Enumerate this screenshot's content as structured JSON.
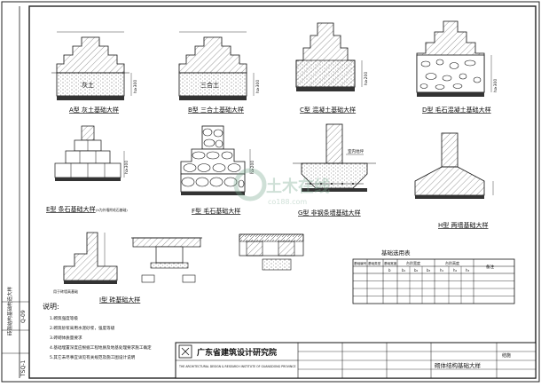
{
  "drawing": {
    "details": [
      {
        "key": "A",
        "label": "A型 灰土基础大样",
        "fill_label": "灰土",
        "dim": "h≥300"
      },
      {
        "key": "B",
        "label": "B型 三合土基础大样",
        "fill_label": "三合土",
        "dim": "h≥300"
      },
      {
        "key": "C",
        "label": "C型 混凝土基础大样",
        "dim": "h≥200"
      },
      {
        "key": "D",
        "label": "D型 毛石混凝土基础大样",
        "dim": "h≥300"
      },
      {
        "key": "E",
        "label": "E型 条石基础大样",
        "note": "(h为外墙附毛石基础)",
        "dim": "h≥300"
      },
      {
        "key": "F",
        "label": "F型 毛石基础大样",
        "dim": "h≥200"
      },
      {
        "key": "G",
        "label": "G型 非钢条墙基础大样",
        "note": "室内地坪"
      },
      {
        "key": "H",
        "label": "H型 两墙基础大样"
      },
      {
        "key": "I",
        "label": "I型 砖基础大样",
        "note": "用于砖墙高基础"
      }
    ],
    "table": {
      "title": "基础选用表",
      "headers": [
        "基础编号",
        "基础类型",
        "基础宽度",
        "台阶宽度",
        "台阶高度",
        "备注"
      ],
      "sub_headers": [
        "b",
        "b₁",
        "b₂",
        "b₃",
        "h₁",
        "h₂",
        "h₃"
      ],
      "row_count": 5
    },
    "notes": {
      "heading": "说明:",
      "lines": [
        "1.砌筑强度等级",
        "2.砌筑砂浆采用水泥砂浆，强度等级",
        "3.砖砌体质量要求",
        "4.基础埋置深度应根据工程地质及地基处理要求施工确定",
        "5.其它未尽事宜详见有关规范及施工图设计说明"
      ]
    },
    "title_block": {
      "institute_cn": "广东省建筑设计研究院",
      "institute_en": "THE ARCHITECTURAL DESIGN & RESEARCH INSTITUTE OF GUANGDONG PROVINCE",
      "drawing_name": "砌体结构基础大样",
      "sheet_no": "结施"
    },
    "left_strip": {
      "label": "砖混结构基础构造大样",
      "code_top": "Q-09",
      "code_bottom": "TSQ-1"
    },
    "watermark": {
      "text": "土木在线",
      "sub": "co188.com"
    }
  }
}
